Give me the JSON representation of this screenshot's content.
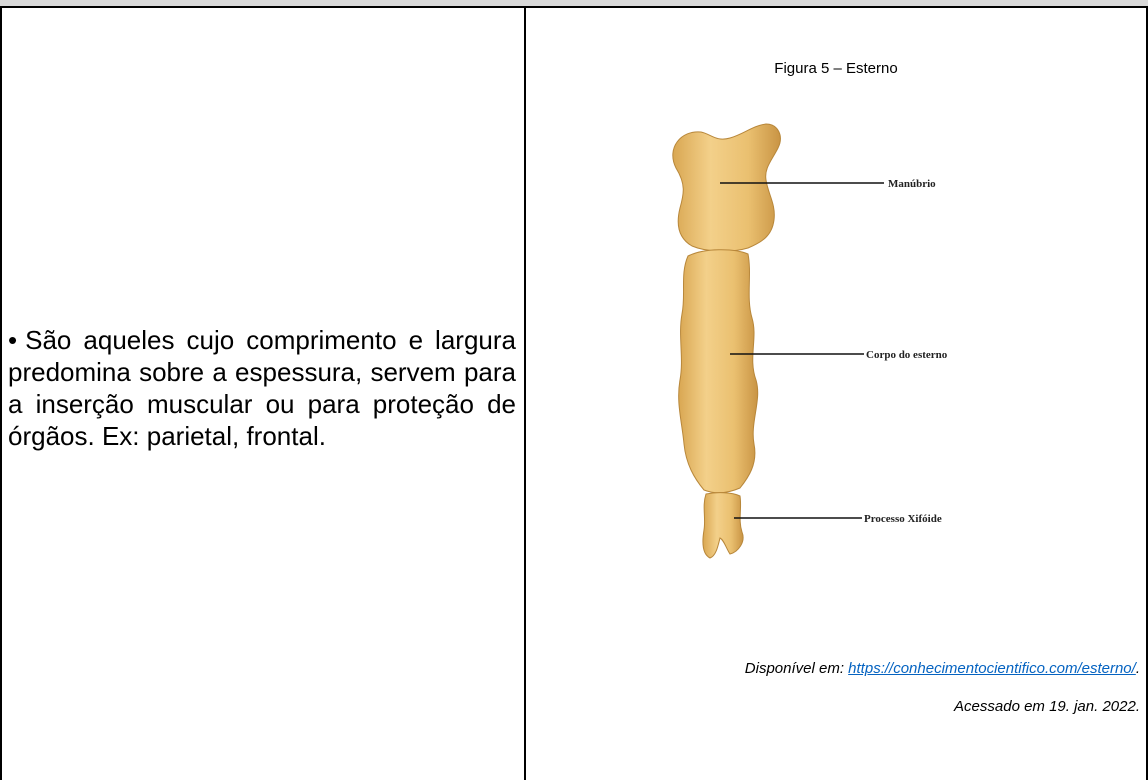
{
  "left_cell": {
    "bullet": "•",
    "text": "São aqueles cujo comprimento e largura predomina sobre a espessura, servem para a inserção muscular ou para proteção de órgãos. Ex: parietal, frontal."
  },
  "figure": {
    "caption": "Figura 5 – Esterno",
    "labels": {
      "manubrio": "Manúbrio",
      "corpo": "Corpo do esterno",
      "processo": "Processo Xifóide"
    },
    "bone_color": "#f0c77a",
    "bone_shade": "#d9a752"
  },
  "source": {
    "prefix": "Disponível em: ",
    "link": "https://conhecimentocientifico.com/esterno/",
    "suffix": ".",
    "accessed": "Acessado em 19. jan. 2022."
  }
}
